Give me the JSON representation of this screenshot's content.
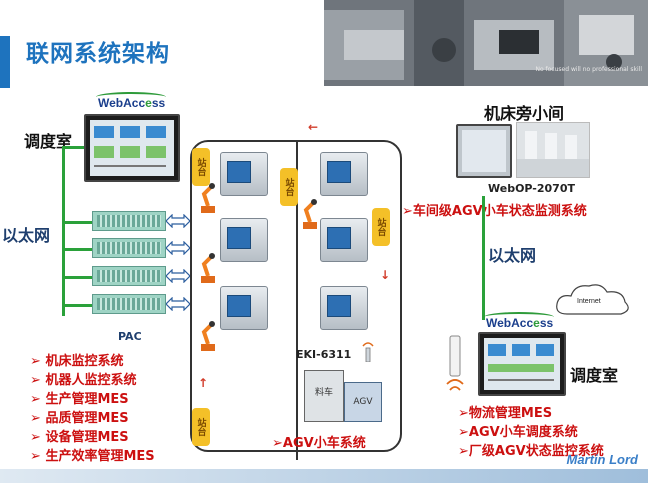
{
  "title": "联网系统架构",
  "photo_caption": "No focused will no professional skill",
  "webaccess": {
    "prefix": "WebAcc",
    "accent": "e",
    "suffix": "ss"
  },
  "left": {
    "control_room": "调度室",
    "ethernet": "以太网",
    "pac": "PAC",
    "systems": [
      "机床监控系统",
      "机器人监控系统",
      "生产管理MES",
      "品质管理MES",
      "设备管理MES",
      "生产效率管理MES"
    ]
  },
  "center": {
    "station_label": "站台",
    "eki": "EKI-6311",
    "material_box": "料车",
    "agv_cart": "AGV",
    "agv_system": "AGV小车系统"
  },
  "right": {
    "machine_room": "机床旁小间",
    "webop": "WebOP-2070T",
    "shop_agv": "车间级AGV小车状态监测系统",
    "ethernet": "以太网",
    "internet": "Internet",
    "control_room": "调度室",
    "systems": [
      "物流管理MES",
      "AGV小车调度系统",
      "厂级AGV状态监控系统"
    ]
  },
  "logo": "Martin Lord",
  "colors": {
    "title": "#1e73be",
    "red_text": "#cc1010",
    "green_line": "#2aa13a",
    "station": "#f4c028"
  },
  "bullet_glyph": "➢"
}
